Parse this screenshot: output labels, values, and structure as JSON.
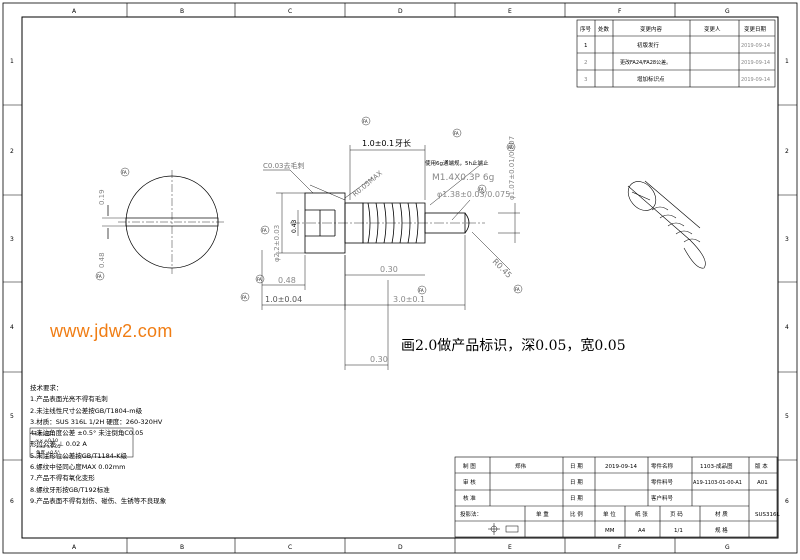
{
  "grid": {
    "columns": [
      "A",
      "B",
      "C",
      "D",
      "E",
      "F",
      "G"
    ],
    "rows": [
      "1",
      "2",
      "3",
      "4",
      "5",
      "6"
    ]
  },
  "revision_table": {
    "headers": [
      "序号",
      "处数",
      "变更内容",
      "变更人",
      "变更日期"
    ],
    "rows": [
      [
        "1",
        "",
        "初版发行",
        "",
        "2019-09-14"
      ],
      [
        "2",
        "",
        "更改FA24/FA28公差。",
        "",
        "2019-09-14"
      ],
      [
        "3",
        "",
        "增加标识点",
        "",
        "2019-09-14"
      ]
    ]
  },
  "watermark": "www.jdw2.com",
  "annotation_main": "画2.0做产品标识，深0.05，宽0.05",
  "dimensions": {
    "thread_length": "1.0±0.1",
    "thread_length_label": "牙长",
    "chamfer": "C0.03去毛刺",
    "r_max": "R0.05MAX",
    "thread_note": "使用6g通端规，5h止端止",
    "thread_spec": "M1.4X0.3P 6g",
    "pitch_dia": "φ1.38±0.03/0.075",
    "dia_right": "φ1.07±0.01/0.007",
    "r_right": "R0.45",
    "head_dia": "φ2.2±0.03",
    "slot_w": "0.43",
    "slot_d": "0.48",
    "head_len": "1.0±0.04",
    "len_a": "0.30",
    "total_len": "3.0±0.1",
    "gap": "0.30",
    "left_w": "0.19",
    "left_h": "0.48",
    "fa": "FA"
  },
  "notes": [
    "技术要求：",
    "1.产品表面光亮不得有毛刺",
    "2.未注线性尺寸公差按GB/T1804-m级",
    "3.材质：SUS 316L 1/2H  硬度：260-320HV",
    "4.未注角度公差 ±0.5°  未注倒角C0.05",
    "   形位公差 ⊥ 0.02 A",
    "5.未注形位公差按GB/T1184-K级",
    "6.螺纹中径同心度MAX 0.02mm",
    "7.产品不得有氧化变形",
    "8.螺纹牙形按GB/T192标准",
    "9.产品表面不得有划伤、碰伤、生锈等不良现象"
  ],
  "tolerance_box": {
    "lines": [
      "未注公差：",
      "x.x   ±0.10",
      "x.xx  ±0.05",
      "角度   ±0.5°"
    ]
  },
  "title_block": {
    "row1": {
      "l1": "制 图",
      "v1": "郑伟",
      "l2": "日 期",
      "v2": "2019-09-14",
      "l3": "零件名称",
      "v3": "1103-成品图",
      "l4": "版 本"
    },
    "row2": {
      "l1": "审 核",
      "v1": "",
      "l2": "日 期",
      "v2": "",
      "l3": "零件料号",
      "v3": "A19-1103-01-00-A1",
      "v4": "A01"
    },
    "row3": {
      "l1": "核 准",
      "v1": "",
      "l2": "日 期",
      "v2": "",
      "l3": "客户料号",
      "v3": ""
    },
    "row4": {
      "l1": "投影法：",
      "l2": "单 重",
      "l3": "比 例",
      "l4": "单 位",
      "l5": "纸 张",
      "l6": "页 码",
      "l7": "材 质",
      "v7": "SUS316L"
    },
    "row5": {
      "v3": "",
      "v4": "MM",
      "v5": "A4",
      "v6": "1/1",
      "l7": "规 格",
      "v7": ""
    }
  }
}
